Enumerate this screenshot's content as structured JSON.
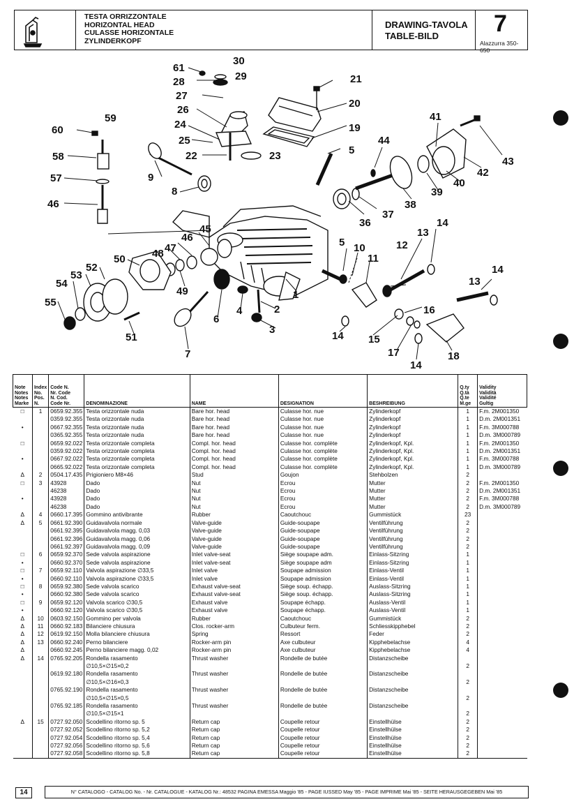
{
  "header": {
    "title_lines": [
      "TESTA ORRIZZONTALE",
      "HORIZONTAL HEAD",
      "CULASSE HORIZONTALE",
      "ZYLINDERKOPF"
    ],
    "drawing_lines": [
      "DRAWING-TAVOLA",
      "TABLE-BILD"
    ],
    "table_number": "7",
    "model": "Alazzurra 350-650"
  },
  "diagram_callouts": [
    "1",
    "2",
    "3",
    "4",
    "5",
    "6",
    "7",
    "8",
    "9",
    "10",
    "11",
    "12",
    "13",
    "14",
    "15",
    "16",
    "17",
    "18",
    "19",
    "20",
    "21",
    "22",
    "23",
    "24",
    "25",
    "26",
    "27",
    "28",
    "29",
    "30",
    "36",
    "37",
    "38",
    "39",
    "40",
    "41",
    "42",
    "43",
    "44",
    "45",
    "46",
    "47",
    "48",
    "49",
    "50",
    "51",
    "52",
    "53",
    "54",
    "55",
    "57",
    "58",
    "59",
    "60",
    "61"
  ],
  "table": {
    "headers": {
      "note": "Note\nNotes\nNotes\nMarke",
      "index": "Index\nNo.\nPos.\nN.",
      "code": "Code N.\nNr. Code\nN. Cod.\nCode Nr.",
      "denominazione": "DENOMINAZIONE",
      "name": "NAME",
      "designation": "DESIGNATION",
      "beschreibung": "BESHREIBUNG",
      "qty": "Q.ty\nQ.tà\nQ.te\nM.ge",
      "validity": "Validity\nValidità\nValidité\nGultig"
    },
    "rows": [
      {
        "note": "□",
        "idx": "1",
        "code": "0659.92.355",
        "den": "Testa orizzontale nuda",
        "name": "Bare hor. head",
        "des": "Culasse hor. nue",
        "bes": "Zylinderkopf",
        "qty": "1",
        "val": "F.m. 2M001350"
      },
      {
        "note": "",
        "idx": "",
        "code": "0359.92.355",
        "den": "Testa orizzontale nuda",
        "name": "Bare hor. head",
        "des": "Culasse hor. nue",
        "bes": "Zylinderkopf",
        "qty": "1",
        "val": "D.m. 2M001351"
      },
      {
        "note": "•",
        "idx": "",
        "code": "0667.92.355",
        "den": "Testa orizzontale nuda",
        "name": "Bare hor. head",
        "des": "Culasse hor. nue",
        "bes": "Zylinderkopf",
        "qty": "1",
        "val": "F.m. 3M000788"
      },
      {
        "note": "",
        "idx": "",
        "code": "0365.92.355",
        "den": "Testa orizzontale nuda",
        "name": "Bare hor. head",
        "des": "Culasse hor. nue",
        "bes": "Zylinderkopf",
        "qty": "1",
        "val": "D.m. 3M000789"
      },
      {
        "note": "□",
        "idx": "",
        "code": "0659.92.022",
        "den": "Testa orizzontale completa",
        "name": "Compl. hor. head",
        "des": "Culasse hor. complète",
        "bes": "Zylinderkopf, Kpl.",
        "qty": "1",
        "val": "F.m. 2M001350"
      },
      {
        "note": "",
        "idx": "",
        "code": "0359.92.022",
        "den": "Testa orizzontale completa",
        "name": "Compl. hor. head",
        "des": "Culasse hor. complète",
        "bes": "Zylinderkopf, Kpl.",
        "qty": "1",
        "val": "D.m. 2M001351"
      },
      {
        "note": "•",
        "idx": "",
        "code": "0667.92.022",
        "den": "Testa orizzontale completa",
        "name": "Compl. hor. head",
        "des": "Culasse hor. complète",
        "bes": "Zylinderkopf, Kpl.",
        "qty": "1",
        "val": "F.m. 3M000788"
      },
      {
        "note": "",
        "idx": "",
        "code": "0665.92.022",
        "den": "Testa orizzontale completa",
        "name": "Compl. hor. head",
        "des": "Culasse hor. complète",
        "bes": "Zylinderkopf, Kpl.",
        "qty": "1",
        "val": "D.m. 3M000789"
      },
      {
        "note": "Δ",
        "idx": "2",
        "code": "0504.17.435",
        "den": "Prigioniero M8×46",
        "name": "Stud",
        "des": "Goujon",
        "bes": "Stehbolzen",
        "qty": "2",
        "val": ""
      },
      {
        "note": "□",
        "idx": "3",
        "code": "43928",
        "den": "Dado",
        "name": "Nut",
        "des": "Ecrou",
        "bes": "Mutter",
        "qty": "2",
        "val": "F.m. 2M001350"
      },
      {
        "note": "",
        "idx": "",
        "code": "46238",
        "den": "Dado",
        "name": "Nut",
        "des": "Ecrou",
        "bes": "Mutter",
        "qty": "2",
        "val": "D.m. 2M001351"
      },
      {
        "note": "•",
        "idx": "",
        "code": "43928",
        "den": "Dado",
        "name": "Nut",
        "des": "Ecrou",
        "bes": "Mutter",
        "qty": "2",
        "val": "F.m. 3M000788"
      },
      {
        "note": "",
        "idx": "",
        "code": "46238",
        "den": "Dado",
        "name": "Nut",
        "des": "Ecrou",
        "bes": "Mutter",
        "qty": "2",
        "val": "D.m. 3M000789"
      },
      {
        "note": "Δ",
        "idx": "4",
        "code": "0660.17.395",
        "den": "Gommino antivibrante",
        "name": "Rubber",
        "des": "Caoutchouc",
        "bes": "Gummistück",
        "qty": "23",
        "val": ""
      },
      {
        "note": "Δ",
        "idx": "5",
        "code": "0661.92.390",
        "den": "Guidavalvola normale",
        "name": "Valve-guide",
        "des": "Guide-soupape",
        "bes": "Ventilführung",
        "qty": "2",
        "val": ""
      },
      {
        "note": "",
        "idx": "",
        "code": "0661.92.395",
        "den": "Guidavalvola magg. 0,03",
        "name": "Valve-guide",
        "des": "Guide-soupape",
        "bes": "Ventilführung",
        "qty": "2",
        "val": ""
      },
      {
        "note": "",
        "idx": "",
        "code": "0661.92.396",
        "den": "Guidavalvola magg. 0,06",
        "name": "Valve-guide",
        "des": "Guide-soupape",
        "bes": "Ventilführung",
        "qty": "2",
        "val": ""
      },
      {
        "note": "",
        "idx": "",
        "code": "0661.92.397",
        "den": "Guidavalvola magg. 0,09",
        "name": "Valve-guide",
        "des": "Guide-soupape",
        "bes": "Ventilführung",
        "qty": "2",
        "val": ""
      },
      {
        "note": "□",
        "idx": "6",
        "code": "0659.92.370",
        "den": "Sede valvola aspirazione",
        "name": "Inlet valve-seat",
        "des": "Siège soupape adm.",
        "bes": "Einlass-Sitzring",
        "qty": "1",
        "val": ""
      },
      {
        "note": "•",
        "idx": "",
        "code": "0660.92.370",
        "den": "Sede valvola aspirazione",
        "name": "Inlet valve-seat",
        "des": "Siège soupape adm",
        "bes": "Einlass-Sitzring",
        "qty": "1",
        "val": ""
      },
      {
        "note": "□",
        "idx": "7",
        "code": "0659.92.110",
        "den": "Valvola aspirazione ∅33,5",
        "name": "Inlet valve",
        "des": "Soupape admission",
        "bes": "Einlass-Ventil",
        "qty": "1",
        "val": ""
      },
      {
        "note": "•",
        "idx": "",
        "code": "0660.92.110",
        "den": "Valvola aspirazione ∅33,5",
        "name": "Inlet valve",
        "des": "Soupape admission",
        "bes": "Einlass-Ventil",
        "qty": "1",
        "val": ""
      },
      {
        "note": "□",
        "idx": "8",
        "code": "0659.92.380",
        "den": "Sede valvola scarico",
        "name": "Exhaust valve-seat",
        "des": "Siège soup. échapp.",
        "bes": "Auslass-Sitzring",
        "qty": "1",
        "val": ""
      },
      {
        "note": "•",
        "idx": "",
        "code": "0660.92.380",
        "den": "Sede valvola scarico",
        "name": "Exhaust valve-seat",
        "des": "Siège soup. échapp.",
        "bes": "Auslass-Sitzring",
        "qty": "1",
        "val": ""
      },
      {
        "note": "□",
        "idx": "9",
        "code": "0659.92.120",
        "den": "Valvola scarico ∅30,5",
        "name": "Exhaust valve",
        "des": "Soupape échapp.",
        "bes": "Auslass-Ventil",
        "qty": "1",
        "val": ""
      },
      {
        "note": "•",
        "idx": "",
        "code": "0660.92.120",
        "den": "Valvola scarico ∅30,5",
        "name": "Exhaust valve",
        "des": "Soupape échapp.",
        "bes": "Auslass-Ventil",
        "qty": "1",
        "val": ""
      },
      {
        "note": "Δ",
        "idx": "10",
        "code": "0603.92.150",
        "den": "Gommino per valvola",
        "name": "Rubber",
        "des": "Caoutchouc",
        "bes": "Gummistück",
        "qty": "2",
        "val": ""
      },
      {
        "note": "Δ",
        "idx": "11",
        "code": "0660.92.183",
        "den": "Bilanciere chiusura",
        "name": "Clos. rocker-arm",
        "des": "Culbuteur ferm.",
        "bes": "Schliesskipphebel",
        "qty": "2",
        "val": ""
      },
      {
        "note": "Δ",
        "idx": "12",
        "code": "0619.92.150",
        "den": "Molla bilanciere chiusura",
        "name": "Spring",
        "des": "Ressort",
        "bes": "Feder",
        "qty": "2",
        "val": ""
      },
      {
        "note": "Δ",
        "idx": "13",
        "code": "0660.92.240",
        "den": "Perno bilanciere",
        "name": "Rocker-arm pin",
        "des": "Axe culbuteur",
        "bes": "Kipphebelachse",
        "qty": "4",
        "val": ""
      },
      {
        "note": "Δ",
        "idx": "",
        "code": "0660.92.245",
        "den": "Perno bilanciere magg. 0,02",
        "name": "Rocker-arm pin",
        "des": "Axe culbuteur",
        "bes": "Kipphebelachse",
        "qty": "4",
        "val": ""
      },
      {
        "note": "Δ",
        "idx": "14",
        "code": "0765.92.205",
        "den": "Rondella rasamento",
        "name": "Thrust washer",
        "des": "Rondelle de butée",
        "bes": "Distanzscheibe",
        "qty": "",
        "val": ""
      },
      {
        "note": "",
        "idx": "",
        "code": "",
        "den": "            ∅10,5×∅15×0,2",
        "name": "",
        "des": "",
        "bes": "",
        "qty": "2",
        "val": ""
      },
      {
        "note": "",
        "idx": "",
        "code": "0619.92.180",
        "den": "Rondella rasamento",
        "name": "Thrust washer",
        "des": "Rondelle de butée",
        "bes": "Distanzscheibe",
        "qty": "",
        "val": ""
      },
      {
        "note": "",
        "idx": "",
        "code": "",
        "den": "            ∅10,5×∅16×0,3",
        "name": "",
        "des": "",
        "bes": "",
        "qty": "2",
        "val": ""
      },
      {
        "note": "",
        "idx": "",
        "code": "0765.92.190",
        "den": "Rondella rasamento",
        "name": "Thrust washer",
        "des": "Rondelle de butée",
        "bes": "Distanzscheibe",
        "qty": "",
        "val": ""
      },
      {
        "note": "",
        "idx": "",
        "code": "",
        "den": "            ∅10,5×∅15×0,5",
        "name": "",
        "des": "",
        "bes": "",
        "qty": "2",
        "val": ""
      },
      {
        "note": "",
        "idx": "",
        "code": "0765.92.185",
        "den": "Rondella rasamento",
        "name": "Thrust washer",
        "des": "Rondelle de butée",
        "bes": "Distanzscheibe",
        "qty": "",
        "val": ""
      },
      {
        "note": "",
        "idx": "",
        "code": "",
        "den": "            ∅10,5×∅15×1",
        "name": "",
        "des": "",
        "bes": "",
        "qty": "2",
        "val": ""
      },
      {
        "note": "Δ",
        "idx": "15",
        "code": "0727.92.050",
        "den": "Scodellino ritorno sp. 5",
        "name": "Return cap",
        "des": "Coupelle retour",
        "bes": "Einstellhülse",
        "qty": "2",
        "val": ""
      },
      {
        "note": "",
        "idx": "",
        "code": "0727.92.052",
        "den": "Scodellino ritorno sp. 5,2",
        "name": "Return cap",
        "des": "Coupelle retour",
        "bes": "Einstellhülse",
        "qty": "2",
        "val": ""
      },
      {
        "note": "",
        "idx": "",
        "code": "0727.92.054",
        "den": "Scodellino ritorno sp. 5,4",
        "name": "Return cap",
        "des": "Coupelle retour",
        "bes": "Einstellhülse",
        "qty": "2",
        "val": ""
      },
      {
        "note": "",
        "idx": "",
        "code": "0727.92.056",
        "den": "Scodellino ritorno sp. 5,6",
        "name": "Return cap",
        "des": "Coupelle retour",
        "bes": "Einstellhülse",
        "qty": "2",
        "val": ""
      },
      {
        "note": "",
        "idx": "",
        "code": "0727.92.058",
        "den": "Scodellino ritorno sp. 5,8",
        "name": "Return cap",
        "des": "Coupelle retour",
        "bes": "Einstellhülse",
        "qty": "2",
        "val": ""
      }
    ]
  },
  "footer": {
    "page_number": "14",
    "text": "N° CATALOGO - CATALOG No. - Nr. CATALOGUE - KATALOG Nr.: 48532 PAGINA EMESSA Maggio '85 - PAGE IUSSED May '85 - PAGE IMPRIME Mai '85 - SEITE HERAUSGEGEBEN Mai '85"
  }
}
